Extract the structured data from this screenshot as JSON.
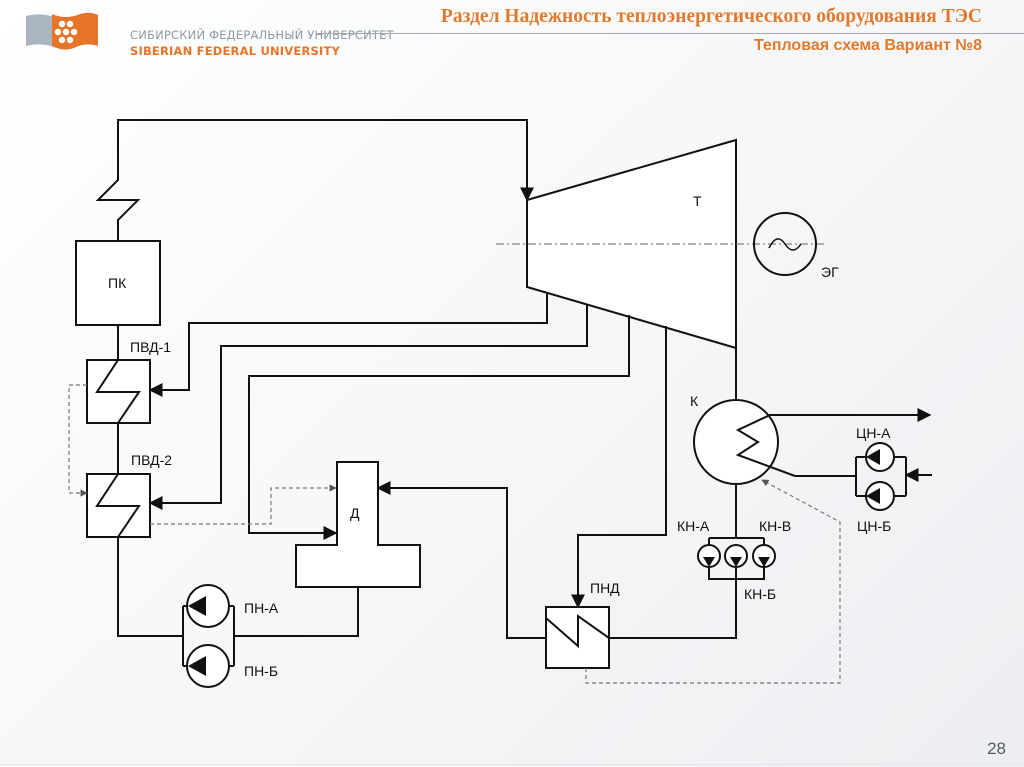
{
  "header": {
    "logo": {
      "name_ru": "СИБИРСКИЙ ФЕДЕРАЛЬНЫЙ УНИВЕРСИТЕТ",
      "name_en": "SIBERIAN FEDERAL UNIVERSITY",
      "colors": {
        "gray": "#a9b5c0",
        "orange": "#e8742a"
      }
    },
    "title": "Раздел Надежность теплоэнергетического оборудования ТЭС",
    "subtitle": "Тепловая схема Вариант №8",
    "accent_color": "#e07a2e"
  },
  "diagram": {
    "labels": {
      "boiler": "ПК",
      "turbine": "Т",
      "generator": "ЭГ",
      "condenser": "К",
      "hph1": "ПВД-1",
      "hph2": "ПВД-2",
      "deaerator": "Д",
      "lph": "ПНД",
      "feed_pump_a": "ПН-А",
      "feed_pump_b": "ПН-Б",
      "cond_pump_a": "КН-А",
      "cond_pump_b": "КН-Б",
      "cond_pump_v": "КН-В",
      "circ_pump_a": "ЦН-А",
      "circ_pump_b": "ЦН-Б"
    },
    "line_color": "#111111",
    "dashed_color": "#777777"
  },
  "footer": {
    "page_number": "28"
  }
}
